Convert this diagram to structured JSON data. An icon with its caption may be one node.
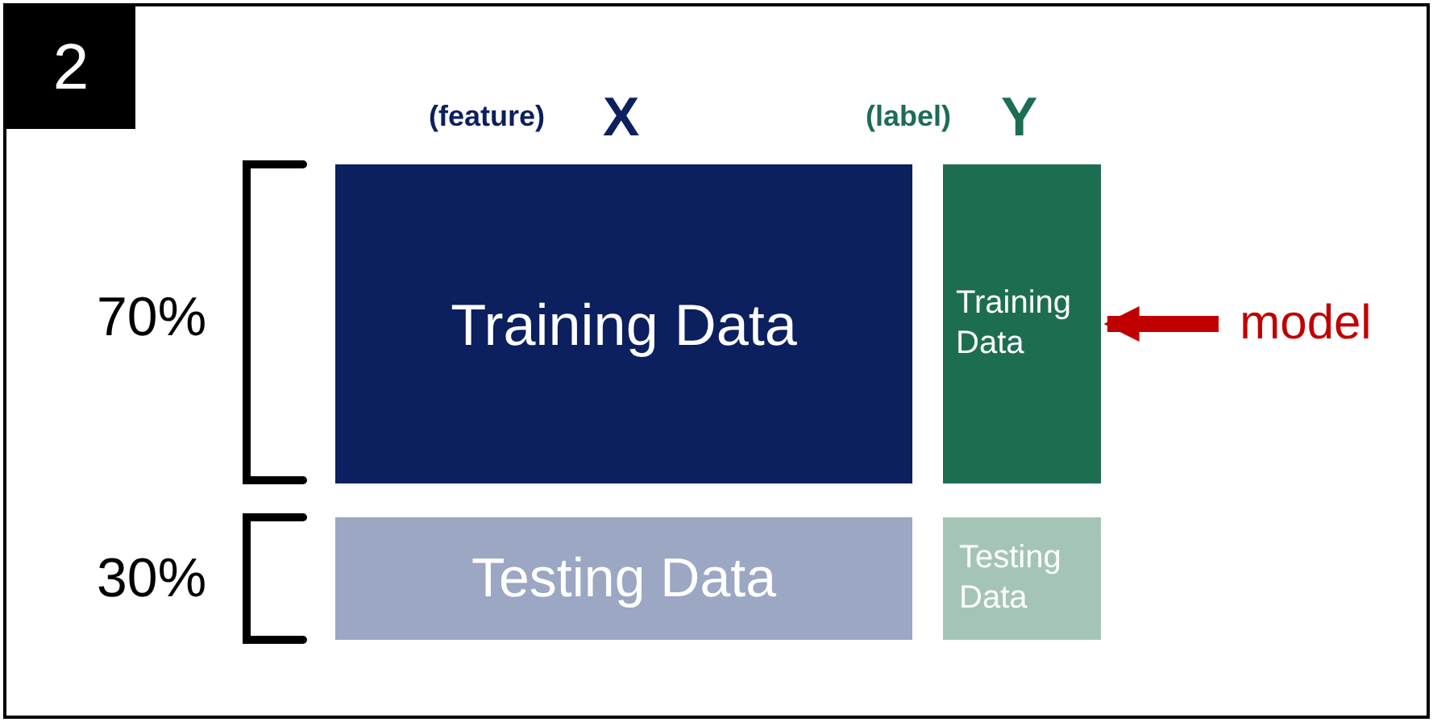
{
  "diagram": {
    "nodes": [
      {
        "text": [
          "Training Data"
        ]
      },
      {
        "text": [
          "Training Data"
        ]
      },
      {
        "text": [
          "Testing Data"
        ]
      },
      {
        "text": [
          "Testing Data"
        ]
      },
      {
        "text": [
          "model"
        ]
      }
    ],
    "edges": [
      {
        "from": 4,
        "to": 1,
        "arrow": "to",
        "color": "#c00000"
      }
    ],
    "labels": [
      "2",
      "(feature)",
      "X",
      "(label)",
      "Y",
      "70%",
      "30%"
    ]
  }
}
